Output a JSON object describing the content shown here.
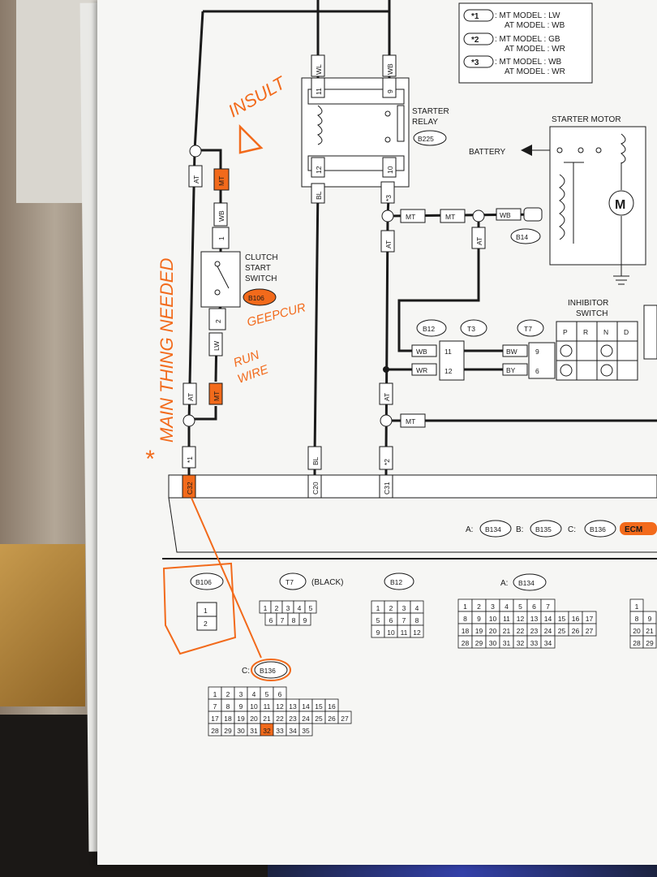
{
  "legend": {
    "items": [
      {
        "mark": "*1",
        "mt": ": MT MODEL : LW",
        "at": "AT MODEL : WB"
      },
      {
        "mark": "*2",
        "mt": ": MT MODEL : GB",
        "at": "AT MODEL : WR"
      },
      {
        "mark": "*3",
        "mt": ": MT MODEL : WB",
        "at": "AT MODEL : WR"
      }
    ]
  },
  "relay": {
    "title1": "STARTER",
    "title2": "RELAY",
    "id": "B225",
    "pins": {
      "p11": "11",
      "p9": "9",
      "p12": "12",
      "p10": "10"
    },
    "wires": {
      "wl": "WL",
      "wb": "WB",
      "bl": "BL",
      "s3": "*3"
    }
  },
  "motor": {
    "title": "STARTER MOTOR",
    "battery": "BATTERY",
    "m": "M",
    "conn": "B14",
    "wb": "WB"
  },
  "clutch": {
    "l1": "CLUTCH",
    "l2": "START",
    "l3": "SWITCH",
    "id": "B106",
    "pin1": "1",
    "pin2": "2",
    "wb": "WB",
    "lw": "LW"
  },
  "labels": {
    "at": "AT",
    "mt": "MT",
    "bl": "BL",
    "wb": "WB",
    "wr": "WR",
    "bw": "BW",
    "by": "BY",
    "s1": "*1",
    "s2": "*2"
  },
  "inhibitor": {
    "l1": "INHIBITOR",
    "l2": "SWITCH",
    "cols": [
      "P",
      "R",
      "N",
      "D"
    ]
  },
  "mid_connectors": {
    "b12": "B12",
    "t3": "T3",
    "t7": "T7",
    "p11": "11",
    "p12": "12",
    "p9": "9",
    "p6": "6"
  },
  "ecm": {
    "c32": "C32",
    "c20": "C20",
    "c31": "C31",
    "a": "A:",
    "a_id": "B134",
    "b": "B:",
    "b_id": "B135",
    "c": "C:",
    "c_id": "B136",
    "name": "ECM"
  },
  "bottom": {
    "b106": "B106",
    "t7": "T7",
    "t7_note": "(BLACK)",
    "b12": "B12",
    "a_label": "A:",
    "a_id": "B134",
    "c_label": "C:",
    "c_id": "B136",
    "t7_rows": [
      [
        "1",
        "2",
        "3",
        "4",
        "5"
      ],
      [
        "6",
        "7",
        "8",
        "9"
      ]
    ],
    "b12_rows": [
      [
        "1",
        "2",
        "3",
        "4"
      ],
      [
        "5",
        "6",
        "7",
        "8"
      ],
      [
        "9",
        "10",
        "11",
        "12"
      ]
    ],
    "b134_rows": [
      [
        "1",
        "2",
        "3",
        "4",
        "5",
        "6",
        "7"
      ],
      [
        "8",
        "9",
        "10",
        "11",
        "12",
        "13",
        "14",
        "15",
        "16",
        "17"
      ],
      [
        "18",
        "19",
        "20",
        "21",
        "22",
        "23",
        "24",
        "25",
        "26",
        "27"
      ],
      [
        "28",
        "29",
        "30",
        "31",
        "32",
        "33",
        "34"
      ]
    ],
    "b136_rows": [
      [
        "1",
        "2",
        "3",
        "4",
        "5",
        "6"
      ],
      [
        "7",
        "8",
        "9",
        "10",
        "11",
        "12",
        "13",
        "14",
        "15",
        "16"
      ],
      [
        "17",
        "18",
        "19",
        "20",
        "21",
        "22",
        "23",
        "24",
        "25",
        "26",
        "27"
      ],
      [
        "28",
        "29",
        "30",
        "31",
        "32",
        "33",
        "34",
        "35"
      ]
    ],
    "partial_rows": [
      [
        "1"
      ],
      [
        "8",
        "9"
      ],
      [
        "20",
        "21"
      ],
      [
        "28",
        "29"
      ]
    ]
  },
  "annotations": {
    "insult": "INSULT",
    "main": "MAIN THING NEEDED",
    "star": "*",
    "green": "GEEPCUR",
    "run": "RUN",
    "wire": "WIRE"
  }
}
